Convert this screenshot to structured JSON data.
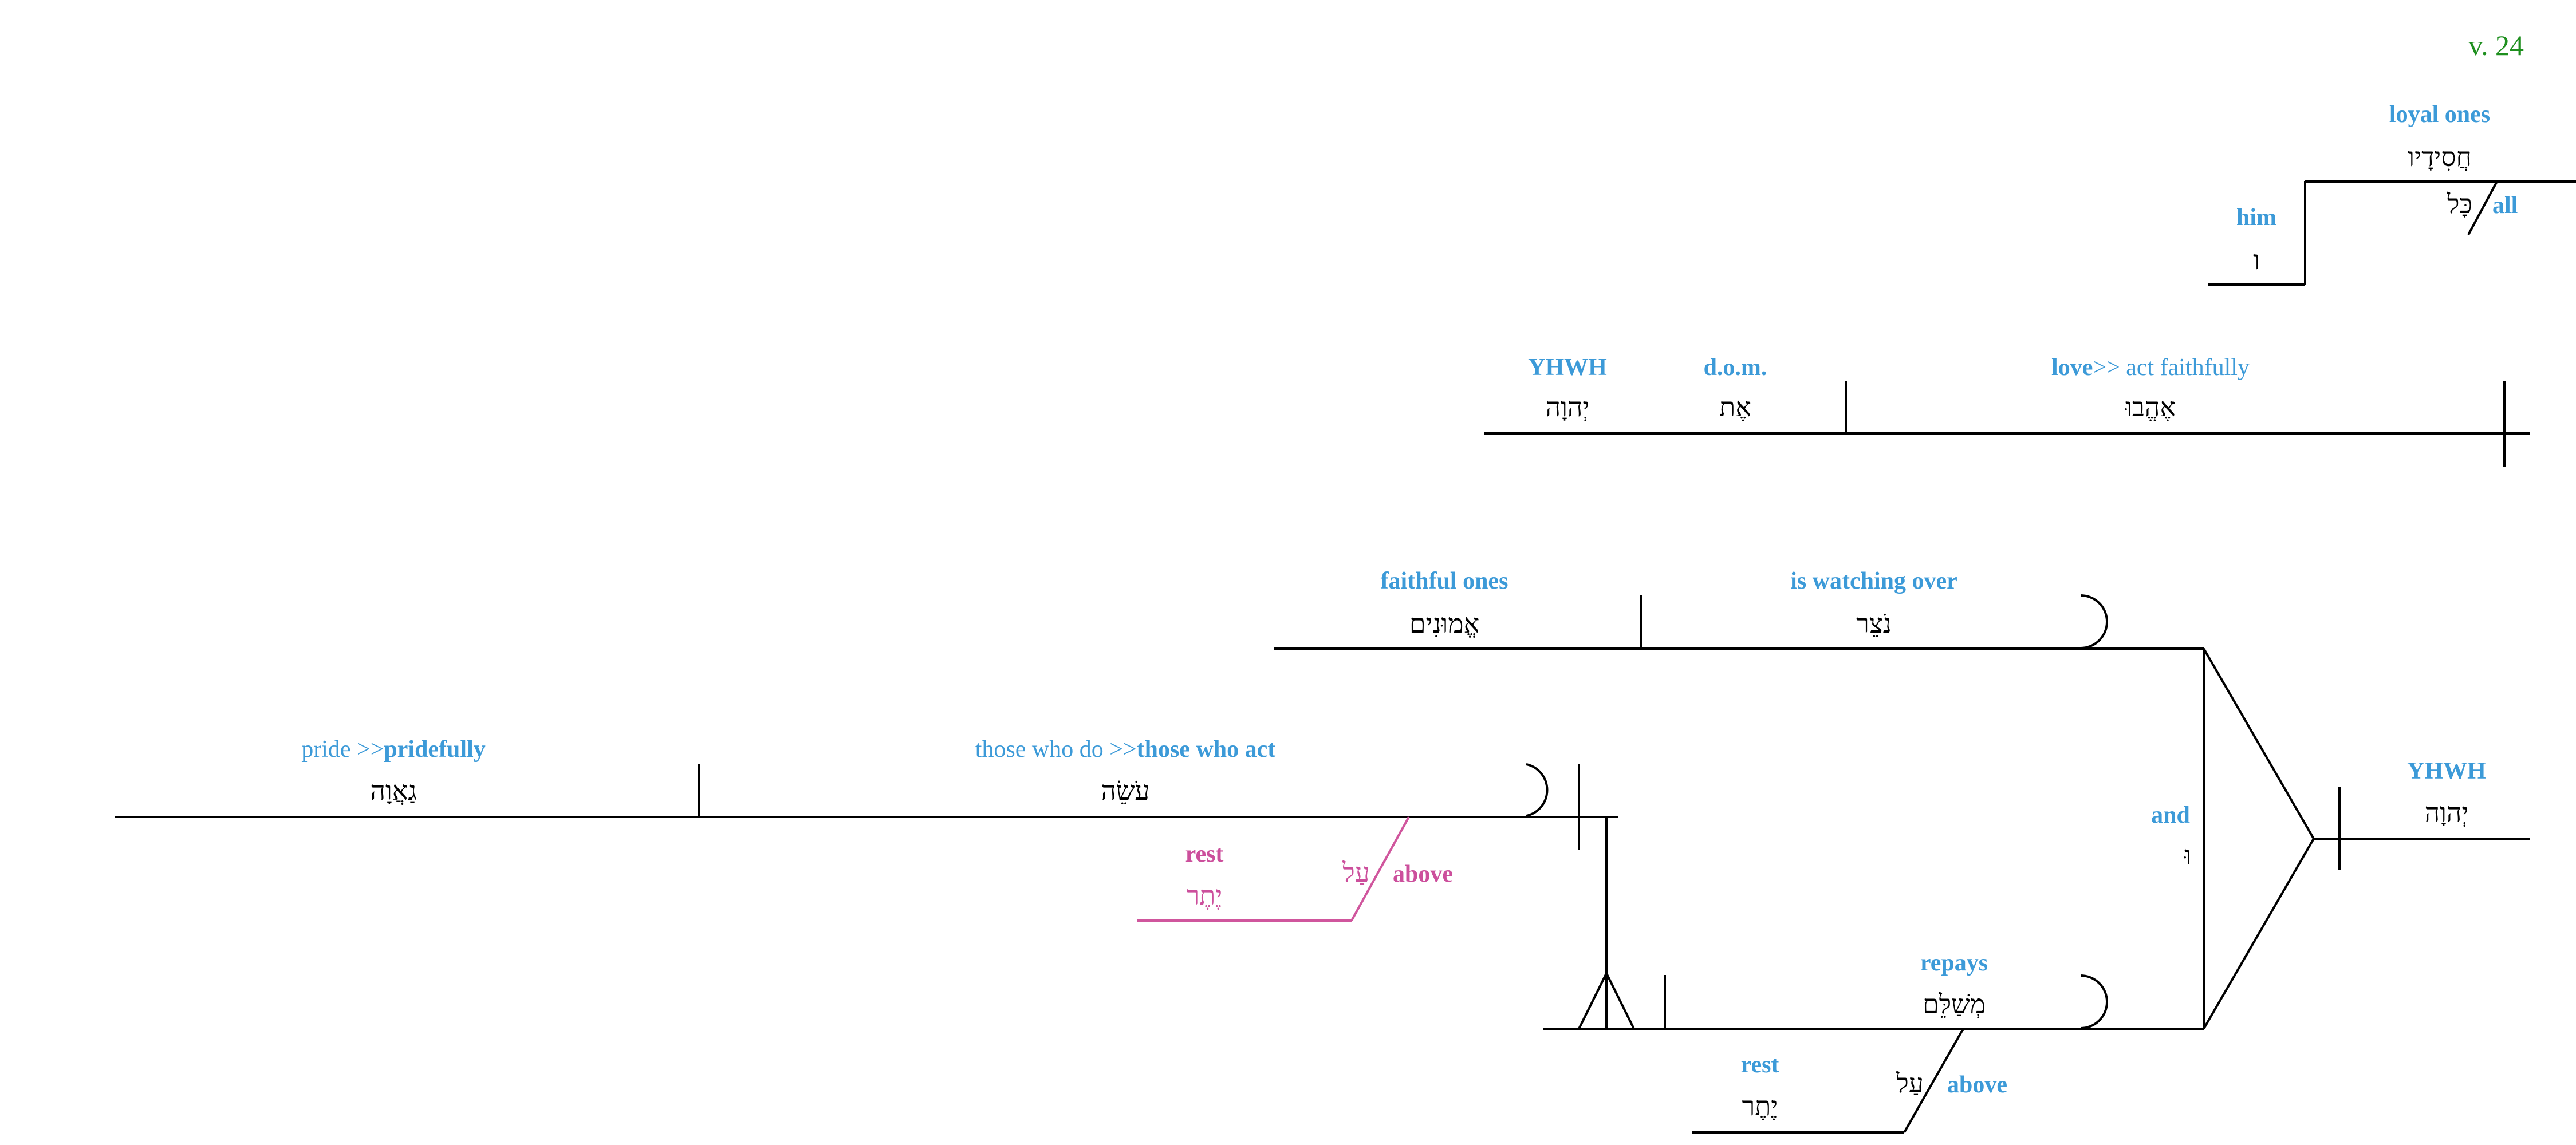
{
  "verse_label": "v. 24",
  "top_clause": {
    "subject": {
      "gloss": "loyal ones",
      "hebrew": "חֲסִידָיו"
    },
    "quantifier": {
      "gloss": "all",
      "hebrew": "כָּל"
    },
    "possessor": {
      "gloss": "him",
      "hebrew": "ו"
    }
  },
  "love_clause": {
    "verb_gloss_bold": "love",
    "verb_gloss_rest": ">> act faithfully",
    "verb_hebrew": "אֶהֱבוּ",
    "marker": {
      "gloss": "d.o.m.",
      "hebrew": "אֶת"
    },
    "object": {
      "gloss": "YHWH",
      "hebrew": "יְהוָה"
    }
  },
  "subject_clause": {
    "gloss": "YHWH",
    "hebrew": "יְהוָה"
  },
  "conjunction": {
    "gloss": "and",
    "hebrew": "וּ"
  },
  "watch_clause": {
    "verb": {
      "gloss": "is watching over",
      "hebrew": "נֹצֵר"
    },
    "object": {
      "gloss": "faithful ones",
      "hebrew": "אֱמוּנִים"
    }
  },
  "repay_clause": {
    "verb": {
      "gloss": "repays",
      "hebrew": "מְשַׁלֵּם"
    },
    "prep": {
      "gloss": "above",
      "hebrew": "עַל"
    },
    "prep_object": {
      "gloss": "rest",
      "hebrew": "יֶתֶר"
    }
  },
  "doer_clause": {
    "verb": {
      "gloss_normal": "those who do >>",
      "gloss_bold": "those who act",
      "hebrew": "עֹשֵׂה"
    },
    "object": {
      "gloss_normal": "pride >>",
      "gloss_bold": "pridefully",
      "hebrew": "גַאֲוָה"
    },
    "prep": {
      "gloss": "above",
      "hebrew": "עַל"
    },
    "prep_object": {
      "gloss": "rest",
      "hebrew": "יֶתֶר"
    }
  }
}
